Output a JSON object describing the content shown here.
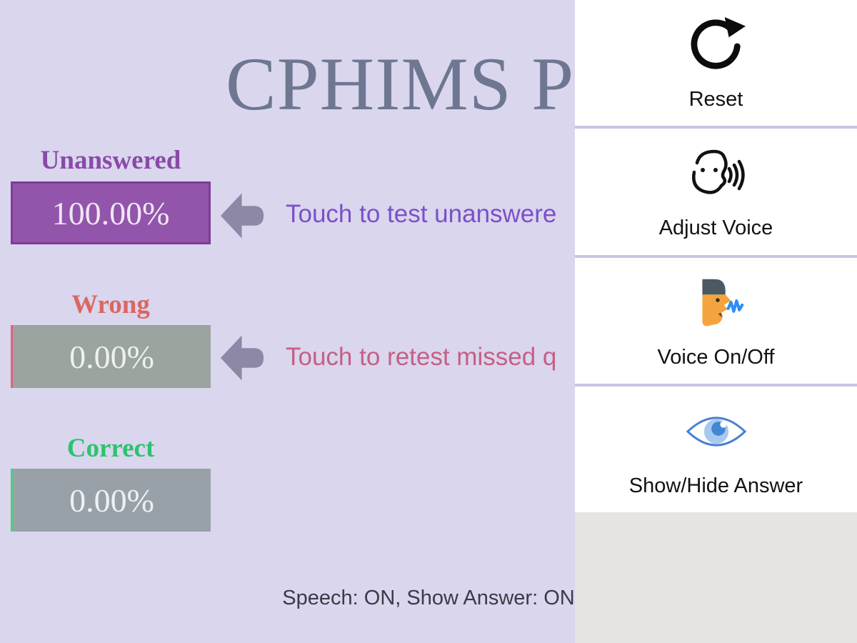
{
  "app": {
    "title": "CPHIMS Pr",
    "status_line": "Speech: ON, Show Answer: ON",
    "stats": [
      {
        "label": "Unanswered",
        "value": "100.00%",
        "hint": "Touch to test unanswere"
      },
      {
        "label": "Wrong",
        "value": "0.00%",
        "hint": "Touch to retest missed q"
      },
      {
        "label": "Correct",
        "value": "0.00%"
      }
    ]
  },
  "menu": {
    "items": [
      {
        "label": "Reset",
        "icon": "reset-icon"
      },
      {
        "label": "Adjust Voice",
        "icon": "adjust-voice-icon"
      },
      {
        "label": "Voice On/Off",
        "icon": "voice-on-off-icon"
      },
      {
        "label": "Show/Hide Answer",
        "icon": "show-hide-answer-icon"
      }
    ]
  },
  "colors": {
    "background_lavender": "#d9d6ee",
    "title_slate": "#6e7791",
    "unanswered_purple": "#8a4aa8",
    "unanswered_box_fill": "#9355ab",
    "unanswered_box_border": "#7b3e94",
    "unanswered_hint_purple": "#7c4fc9",
    "wrong_red": "#dc6662",
    "wrong_box_gray": "#9ba49e",
    "wrong_hint_pink": "#c65f84",
    "correct_green": "#2cc36d",
    "correct_box_gray": "#99a1a8",
    "arrow_gray": "#8d88a6",
    "menu_divider": "#c9c5e2",
    "menu_footer_gray": "#e5e4e2",
    "eye_blue": "#4a80d2",
    "voice_wave_blue": "#2e8df4",
    "status_text": "#3b3b45"
  }
}
